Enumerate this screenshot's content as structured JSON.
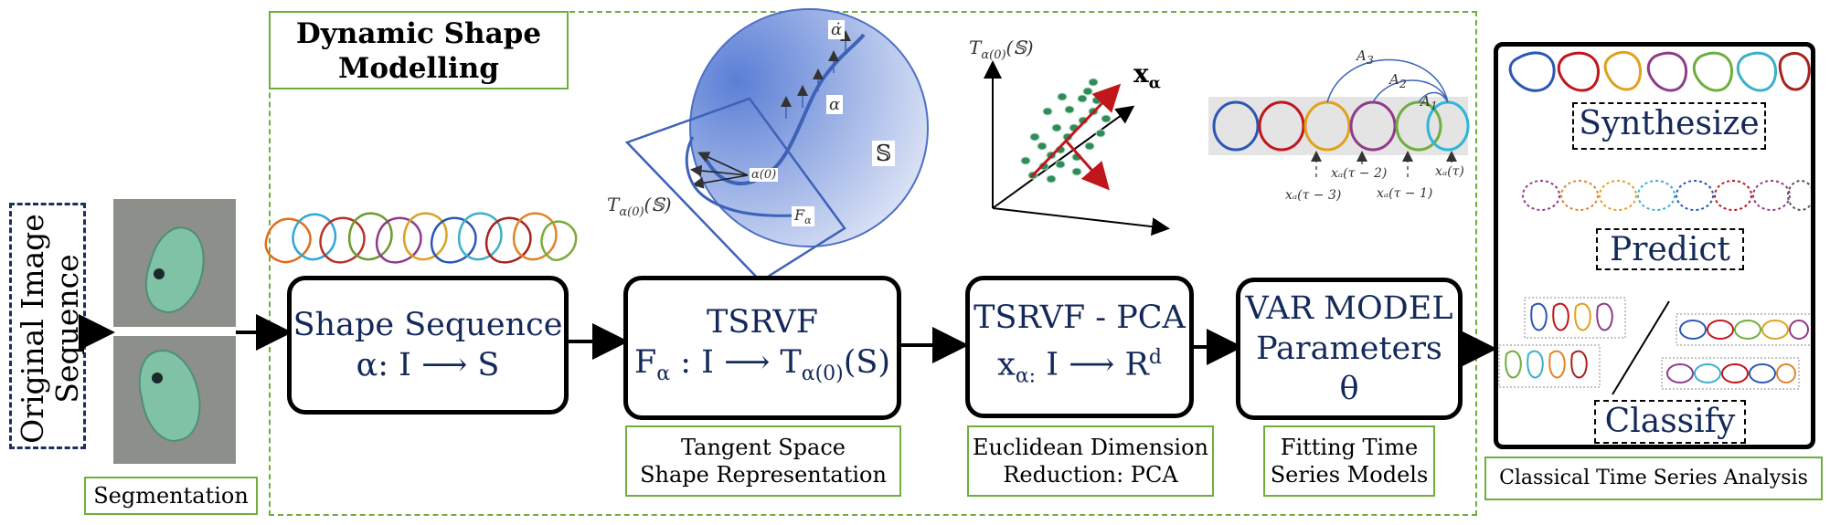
{
  "original": {
    "label": "Original Image Sequence"
  },
  "segmentation": {
    "label": "Segmentation"
  },
  "dynamic": {
    "title": "Dynamic Shape Modelling"
  },
  "stages": [
    {
      "l1": "Shape Sequence",
      "l2": "α: I ⟶ S"
    },
    {
      "l1": "TSRVF",
      "l2": "F",
      "sub": "α",
      "l2b": " : I ⟶ T",
      "sub2": "α(0)",
      "l2c": "(S)"
    },
    {
      "l1": "TSRVF - PCA",
      "l2": "x",
      "sub": "α:",
      "l2b": " I ⟶ R",
      "sup": "d"
    },
    {
      "l1": "VAR MODEL",
      "l2": "Parameters",
      "l3": "θ"
    }
  ],
  "captions": {
    "tangent": [
      "Tangent Space",
      "Shape Representation"
    ],
    "euclid": [
      "Euclidean Dimension",
      "Reduction: PCA"
    ],
    "fitting": [
      "Fitting Time",
      "Series Models"
    ],
    "classical": "Classical Time Series Analysis"
  },
  "right_labels": {
    "synthesize": "Synthesize",
    "predict": "Predict",
    "classify": "Classify"
  },
  "manifold": {
    "tangent_label": "T",
    "tangent_sub": "α(0)",
    "tangent_paren": "(𝕊)",
    "S": "𝕊",
    "alpha": "α",
    "alpha_dot": "α̇",
    "alpha0": "α(0)",
    "F": "F",
    "F_sub": "α"
  },
  "pca": {
    "axis_label": "T",
    "axis_sub": "α(0)",
    "axis_paren": "(𝕊)",
    "x": "x",
    "x_sub": "α"
  },
  "var": {
    "A3": "A",
    "A3_sub": "3",
    "A2": "A",
    "A2_sub": "2",
    "A1": "A",
    "A1_sub": "1",
    "t_minus3": "xₐ(τ − 3)",
    "t_minus2": "xₐ(τ − 2)",
    "t_minus1": "xₐ(τ − 1)",
    "t": "xₐ(τ)"
  },
  "colors": {
    "green": "#6fae3c",
    "navy": "#13295a",
    "red": "#c0161c",
    "dots": "#2f8a5c"
  }
}
